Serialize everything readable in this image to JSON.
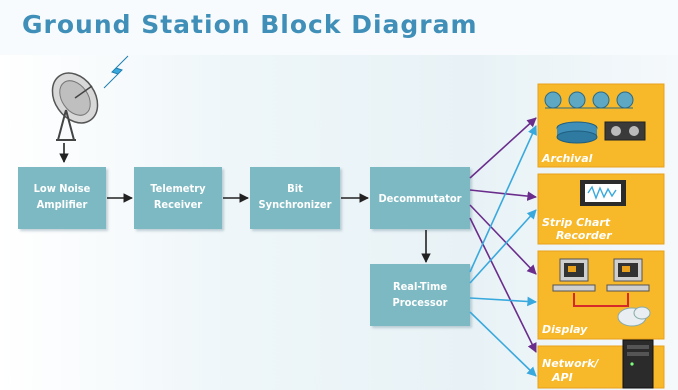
{
  "title": "Ground Station Block Diagram",
  "blocks": {
    "lna": [
      "Low Noise",
      "Amplifier"
    ],
    "telemetry_receiver": [
      "Telemetry",
      "Receiver"
    ],
    "bit_synchronizer": [
      "Bit",
      "Synchronizer"
    ],
    "decommutator": [
      "Decommutator"
    ],
    "real_time_processor": [
      "Real-Time",
      "Processor"
    ]
  },
  "outputs": {
    "archival": [
      "Archival"
    ],
    "strip_chart_recorder": [
      "Strip Chart",
      "Recorder"
    ],
    "display": [
      "Display"
    ],
    "network_api": [
      "Network/",
      "API"
    ]
  },
  "colors": {
    "title": "#3f8fb8",
    "block_fill": "#7cb9c2",
    "output_panel": "#f7b829",
    "output_panel_dark": "#e9a11c",
    "arrow_purple": "#6a2d8c",
    "arrow_blue": "#39a9dd",
    "arrow_black": "#222222"
  },
  "icons": [
    "satellite-dish-icon",
    "wireless-signal-icon",
    "tape-reel-icon",
    "disk-drive-icon",
    "strip-chart-icon",
    "computer-monitor-icon",
    "cloud-icon",
    "server-tower-icon"
  ]
}
